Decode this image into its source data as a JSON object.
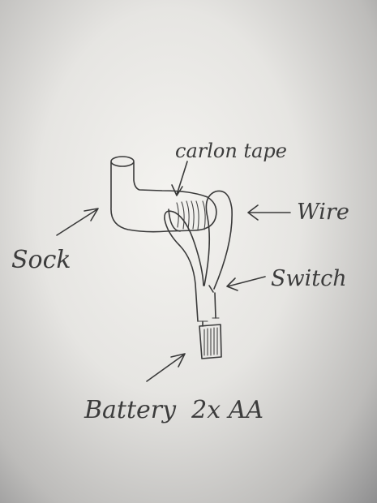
{
  "labels": {
    "carbon_tape": "carlon tape",
    "wire": "Wire",
    "sock": "Sock",
    "switch": "Switch",
    "battery": "Battery  2x AA"
  },
  "colors": {
    "ink": "#3a3a3a",
    "paper": "#f4f3f0"
  }
}
